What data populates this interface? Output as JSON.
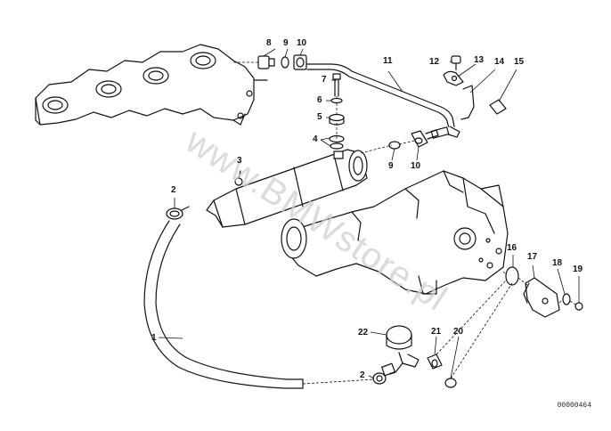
{
  "diagram": {
    "part_number": "00000464",
    "watermark": "www.BMWstore.pl",
    "callouts": [
      {
        "id": "c1",
        "label": "1"
      },
      {
        "id": "c2a",
        "label": "2"
      },
      {
        "id": "c2b",
        "label": "2"
      },
      {
        "id": "c3",
        "label": "3"
      },
      {
        "id": "c4",
        "label": "4"
      },
      {
        "id": "c5",
        "label": "5"
      },
      {
        "id": "c6",
        "label": "6"
      },
      {
        "id": "c7",
        "label": "7"
      },
      {
        "id": "c8",
        "label": "8"
      },
      {
        "id": "c9a",
        "label": "9"
      },
      {
        "id": "c9b",
        "label": "9"
      },
      {
        "id": "c10a",
        "label": "10"
      },
      {
        "id": "c10b",
        "label": "10"
      },
      {
        "id": "c11",
        "label": "11"
      },
      {
        "id": "c12",
        "label": "12"
      },
      {
        "id": "c13",
        "label": "13"
      },
      {
        "id": "c14",
        "label": "14"
      },
      {
        "id": "c15",
        "label": "15"
      },
      {
        "id": "c16",
        "label": "16"
      },
      {
        "id": "c17",
        "label": "17"
      },
      {
        "id": "c18",
        "label": "18"
      },
      {
        "id": "c19",
        "label": "19"
      },
      {
        "id": "c20",
        "label": "20"
      },
      {
        "id": "c21",
        "label": "21"
      },
      {
        "id": "c22",
        "label": "22"
      }
    ]
  }
}
